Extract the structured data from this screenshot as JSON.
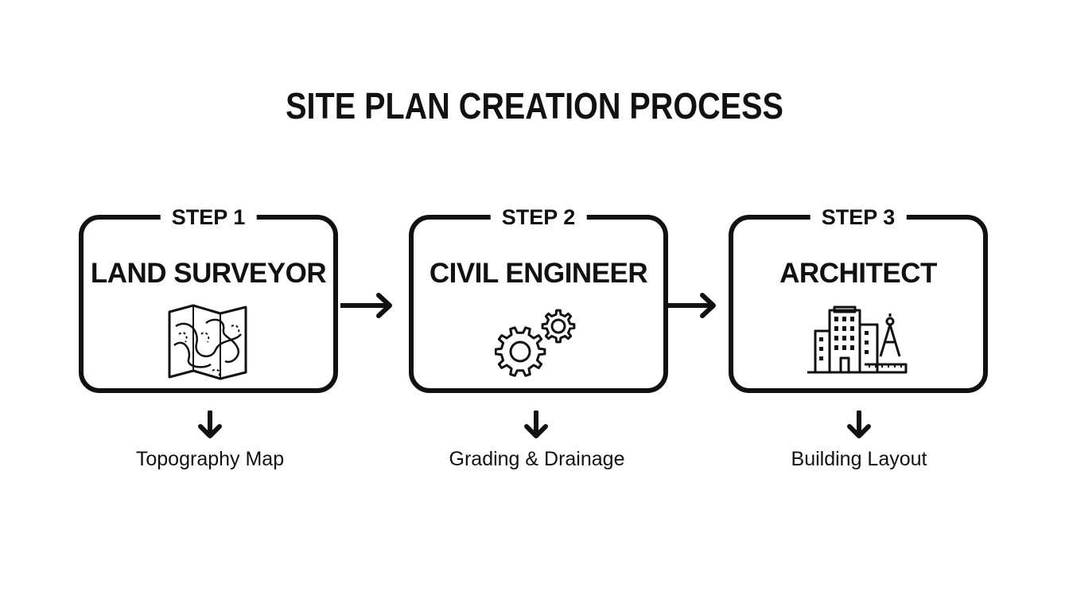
{
  "title": "SITE PLAN CREATION PROCESS",
  "steps": [
    {
      "label": "STEP 1",
      "role": "LAND SURVEYOR",
      "icon": "topographic-map-icon",
      "output": "Topography Map"
    },
    {
      "label": "STEP 2",
      "role": "CIVIL ENGINEER",
      "icon": "gears-icon",
      "output": "Grading & Drainage"
    },
    {
      "label": "STEP 3",
      "role": "ARCHITECT",
      "icon": "building-compass-icon",
      "output": "Building Layout"
    }
  ],
  "colors": {
    "stroke": "#111111",
    "background": "#ffffff"
  }
}
